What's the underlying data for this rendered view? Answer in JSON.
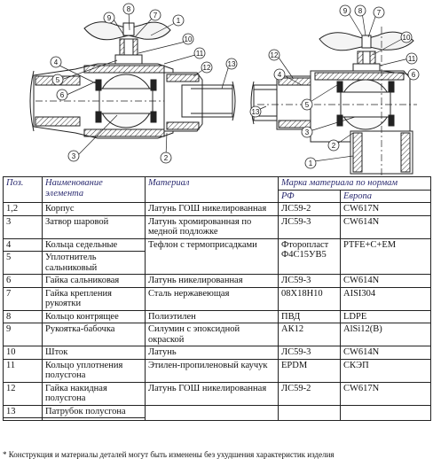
{
  "left_callouts": [
    "9",
    "8",
    "7",
    "1",
    "10",
    "11",
    "12",
    "13",
    "4",
    "5",
    "6",
    "3",
    "2"
  ],
  "right_callouts": [
    "9",
    "8",
    "7",
    "10",
    "11",
    "6",
    "12",
    "4",
    "5",
    "13",
    "3",
    "2",
    "1"
  ],
  "table": {
    "headers": {
      "pos": "Поз.",
      "name": "Наименование элемента",
      "material": "Материал",
      "grade": "Марка материала по нормам",
      "rf": "РФ",
      "eu": "Европа"
    },
    "rows": [
      {
        "pos": "1,2",
        "name": "Корпус",
        "material": "Латунь ГОШ никелированная",
        "rf": "ЛС59-2",
        "eu": "CW617N"
      },
      {
        "pos": "3",
        "name": "Затвор шаровой",
        "material": "Латунь хромированная по медной подложке",
        "rf": "ЛС59-3",
        "eu": "CW614N"
      },
      {
        "pos": "4",
        "name": "Кольца седельные",
        "material": "Тефлон с термоприсадками",
        "rf": "Фторопласт Ф4С15УВ5",
        "eu": "PTFE+C+EM"
      },
      {
        "pos": "5",
        "name": "Уплотнитель сальниковый",
        "material": "",
        "rf": "",
        "eu": ""
      },
      {
        "pos": "6",
        "name": "Гайка сальниковая",
        "material": "Латунь никелированная",
        "rf": "ЛС59-3",
        "eu": "CW614N"
      },
      {
        "pos": "7",
        "name": "Гайка крепления рукоятки",
        "material": "Сталь нержавеющая",
        "rf": "08Х18Н10",
        "eu": "AISI304"
      },
      {
        "pos": "8",
        "name": "Кольцо контрящее",
        "material": "Полиэтилен",
        "rf": "ПВД",
        "eu": "LDPE"
      },
      {
        "pos": "9",
        "name": "Рукоятка-бабочка",
        "material": "Силумин с эпоксидной окраской",
        "rf": "АК12",
        "eu": "AlSi12(B)"
      },
      {
        "pos": "10",
        "name": "Шток",
        "material": "Латунь",
        "rf": "ЛС59-3",
        "eu": "CW614N"
      },
      {
        "pos": "11",
        "name": "Кольцо уплотнения полусгона",
        "material": "Этилен-пропиленовый каучук",
        "rf": "EPDM",
        "eu": "СКЭП"
      },
      {
        "pos": "12",
        "name": "Гайка накидная полусгона",
        "material": "Латунь ГОШ никелированная",
        "rf": "ЛС59-2",
        "eu": "CW617N"
      },
      {
        "pos": "13",
        "name": "Патрубок полусгона",
        "material": "",
        "rf": "",
        "eu": ""
      }
    ]
  },
  "footer": "* Конструкция и материалы деталей могут быть изменены без ухудшения характеристик изделия"
}
